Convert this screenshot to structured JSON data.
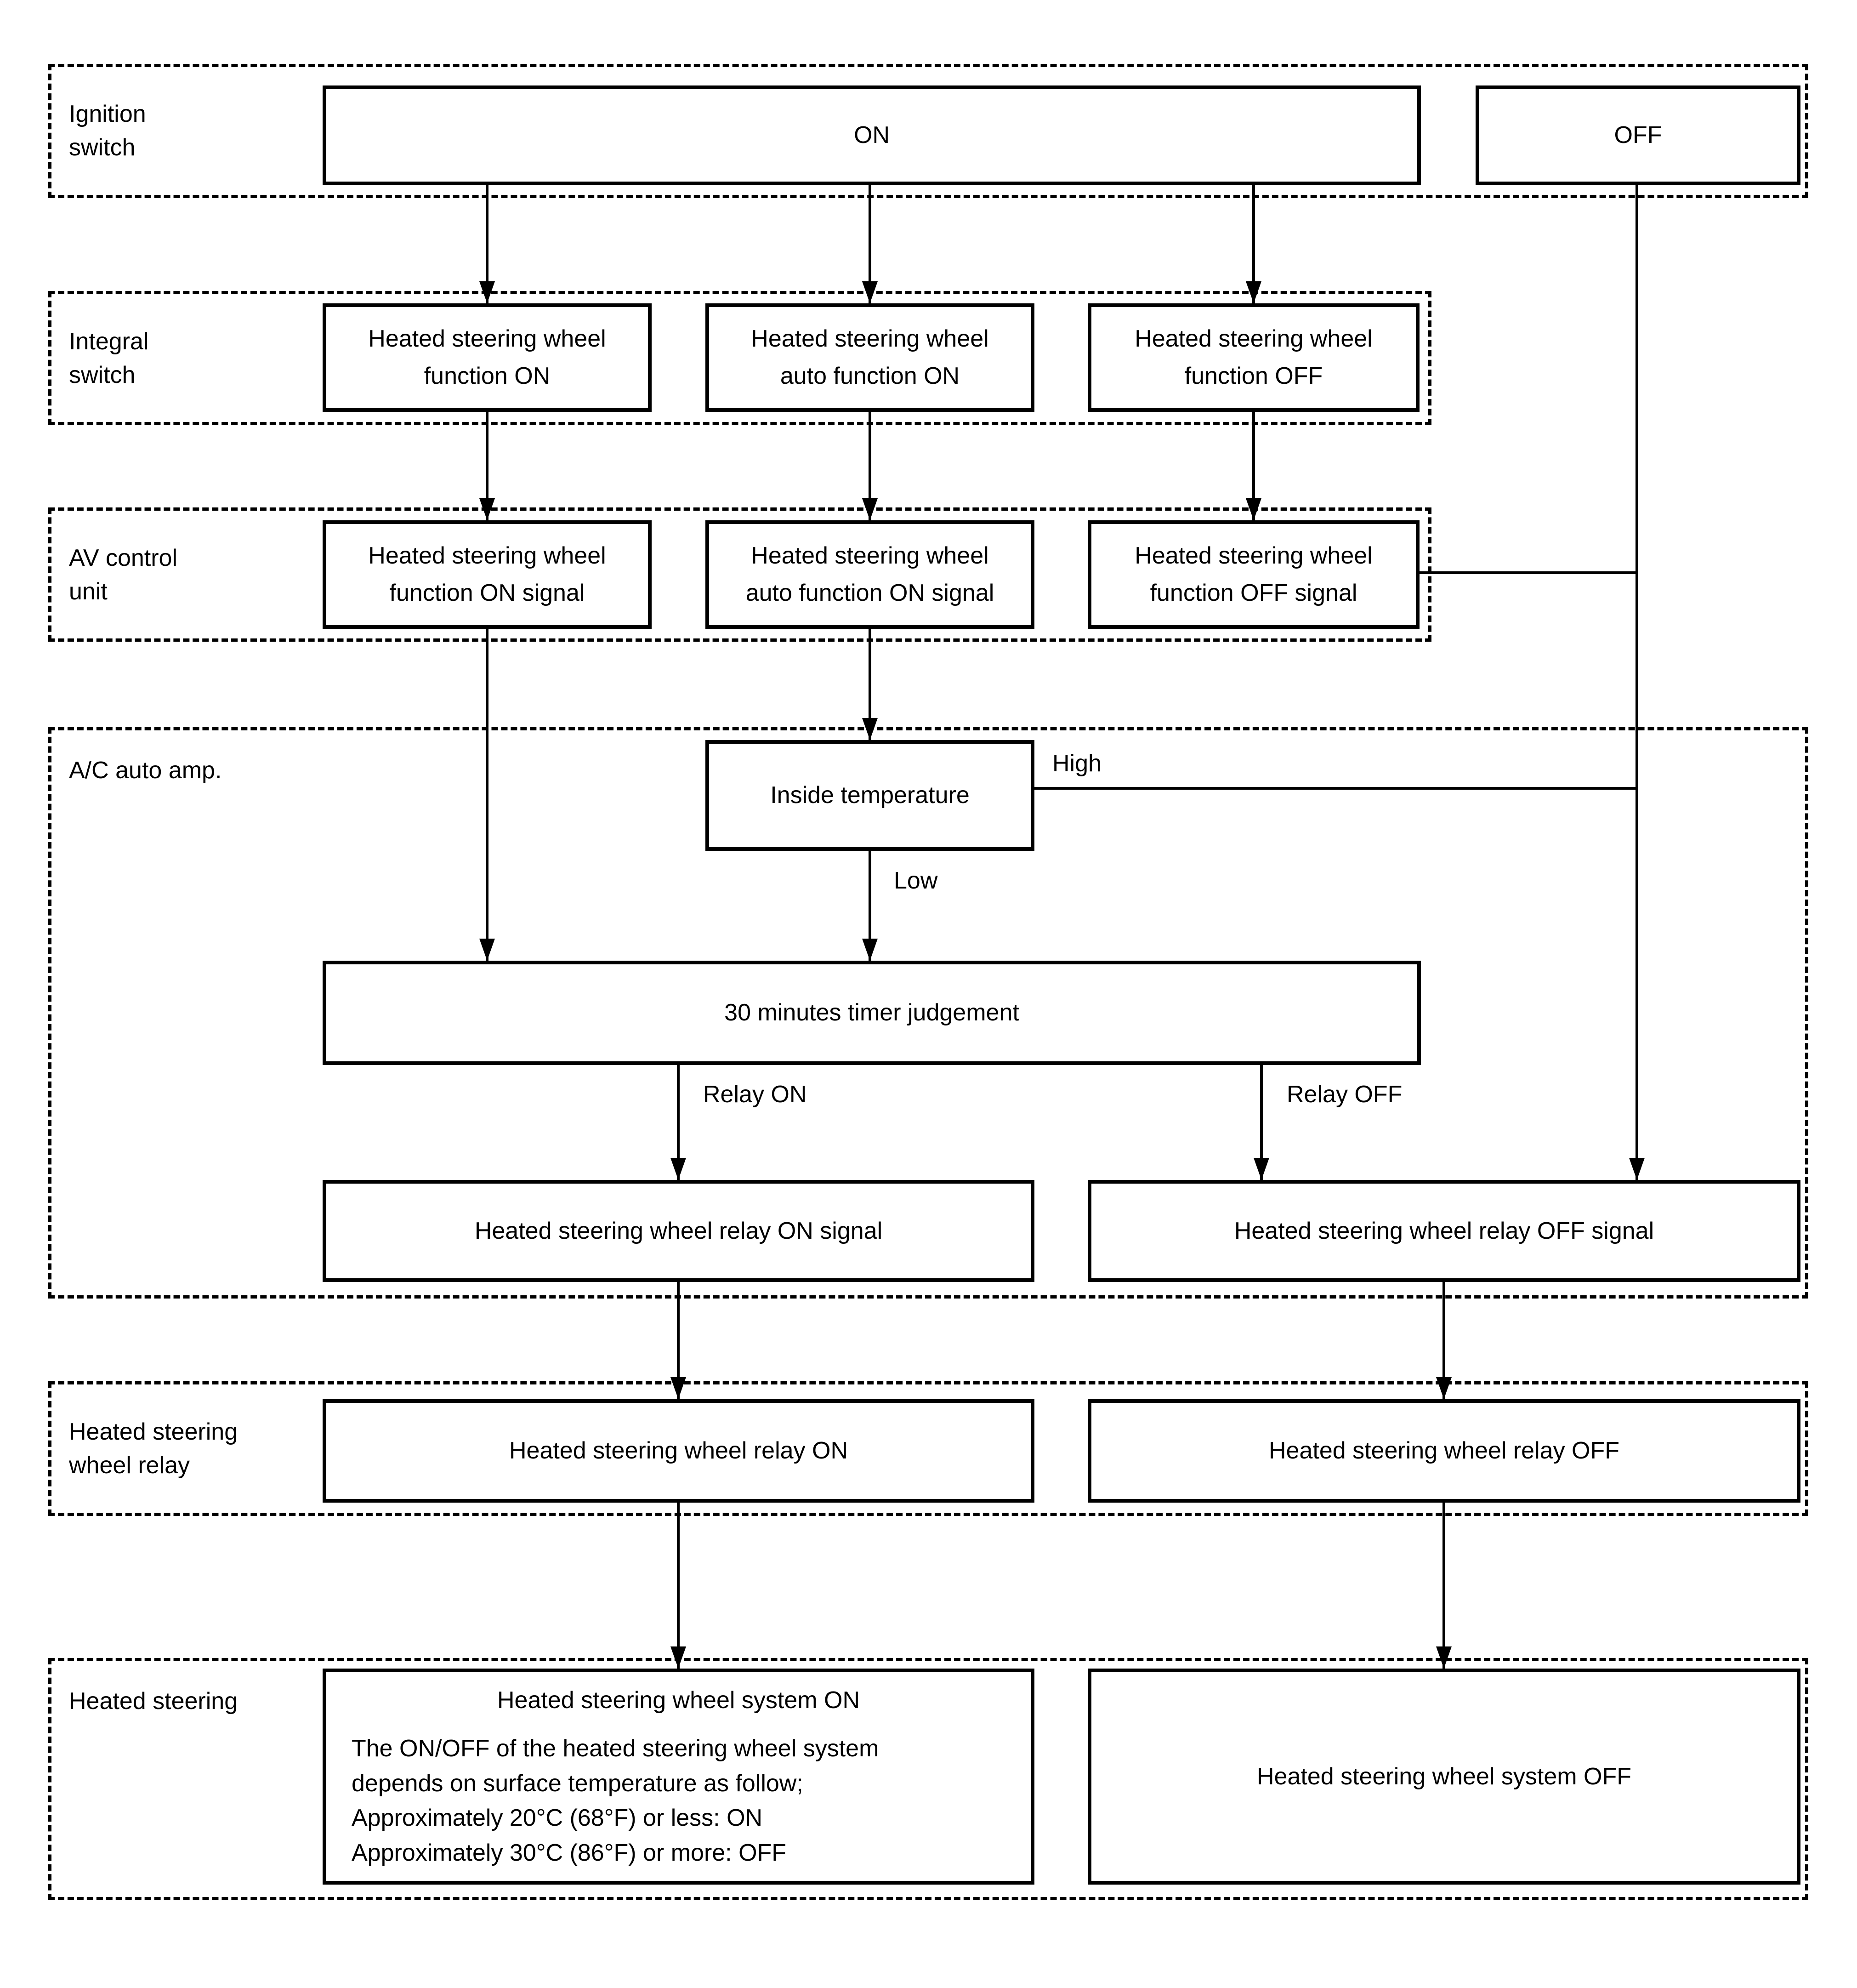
{
  "colors": {
    "ink": "#000000",
    "paper": "#ffffff"
  },
  "lanes": [
    {
      "label": "Ignition\nswitch"
    },
    {
      "label": "Integral\nswitch"
    },
    {
      "label": "AV control\nunit"
    },
    {
      "label": "A/C auto amp."
    },
    {
      "label": "Heated steering\nwheel relay"
    },
    {
      "label": "Heated steering"
    }
  ],
  "nodes": {
    "ignition_on": "ON",
    "ignition_off": "OFF",
    "integral_function_on": "Heated steering wheel\nfunction ON",
    "integral_auto_function_on": "Heated steering wheel\nauto function ON",
    "integral_function_off": "Heated steering wheel\nfunction OFF",
    "av_function_on_signal": "Heated steering wheel\nfunction ON signal",
    "av_auto_function_on_signal": "Heated steering wheel\nauto function ON signal",
    "av_function_off_signal": "Heated steering wheel\nfunction OFF signal",
    "inside_temperature": "Inside temperature",
    "timer_judgement": "30 minutes timer judgement",
    "relay_on_signal": "Heated steering wheel relay ON signal",
    "relay_off_signal": "Heated steering wheel relay OFF signal",
    "relay_on": "Heated steering wheel relay ON",
    "relay_off": "Heated steering wheel relay OFF",
    "system_on_title": "Heated steering wheel system ON",
    "system_on_note": "The ON/OFF of the heated steering wheel system\ndepends on surface temperature as follow;\nApproximately 20°C (68°F) or less: ON\nApproximately 30°C (86°F) or more: OFF",
    "system_off": "Heated steering wheel system OFF"
  },
  "edge_labels": {
    "high": "High",
    "low": "Low",
    "relay_on": "Relay ON",
    "relay_off": "Relay OFF"
  }
}
